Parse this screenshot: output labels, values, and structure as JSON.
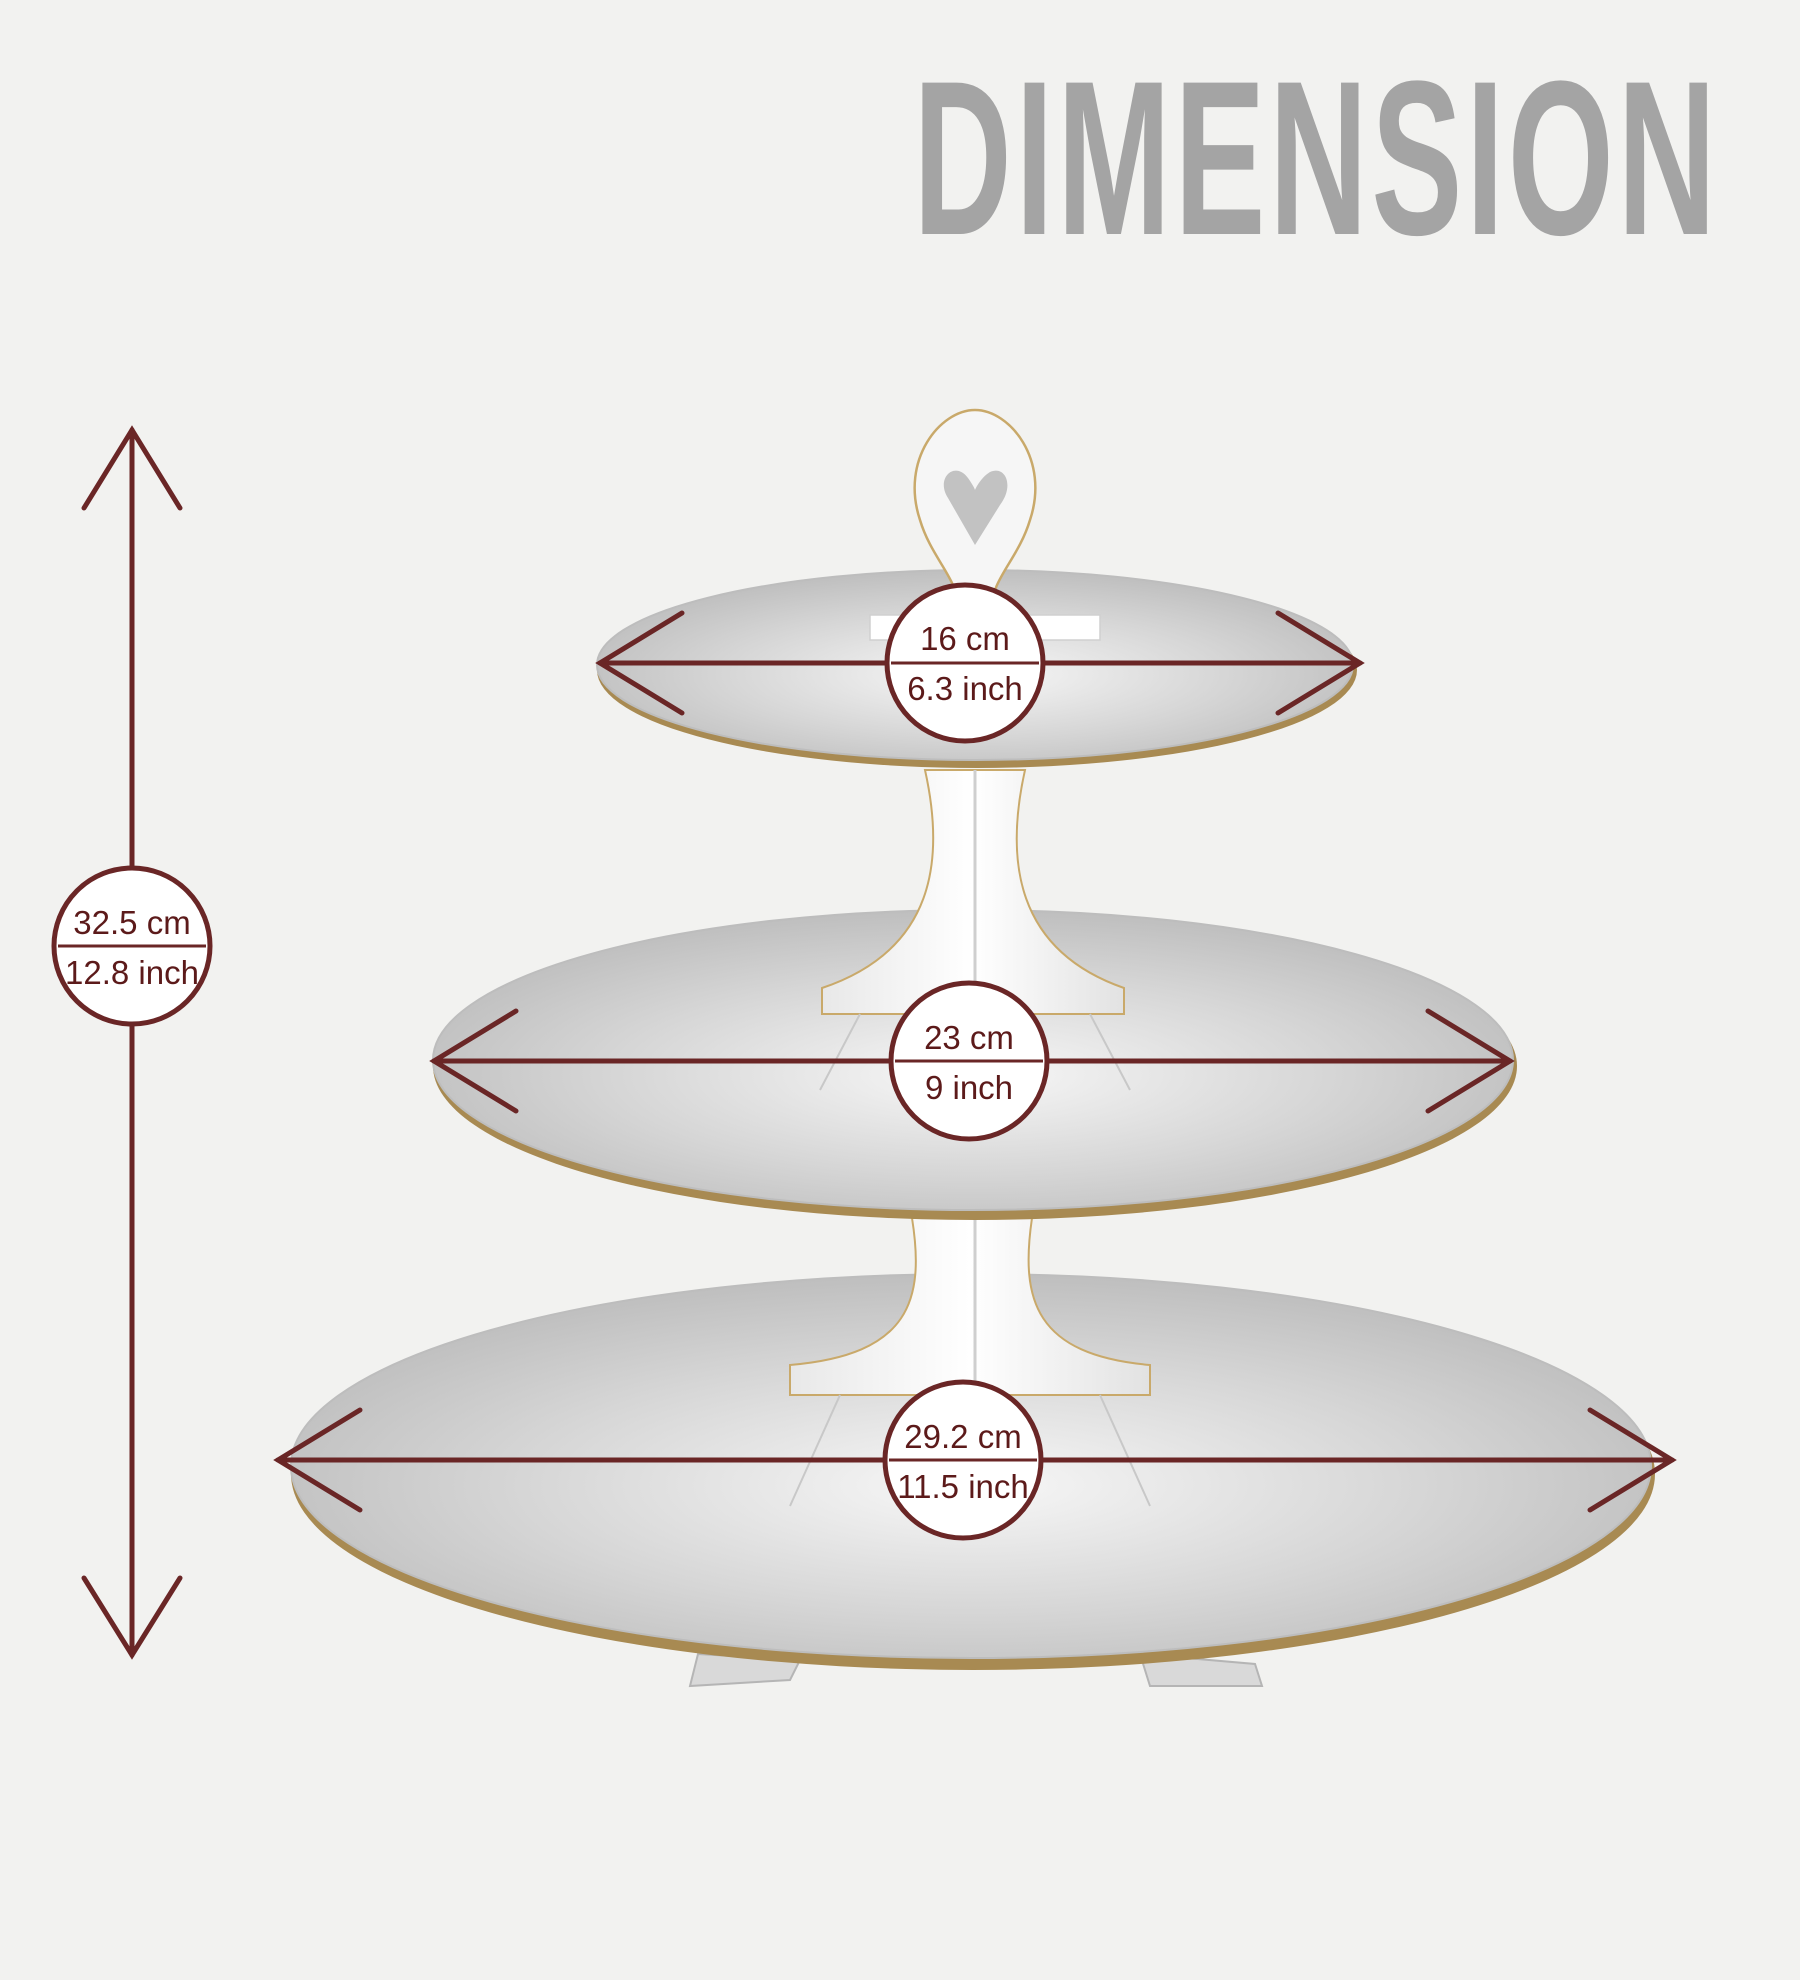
{
  "title": "DIMENSION",
  "colors": {
    "dimension_line": "#6a2626",
    "label_text": "#5c1a1a",
    "title": "#a4a4a4",
    "background": "#f2f2f0",
    "plate_edge": "#c8a86a"
  },
  "dimensions": {
    "height": {
      "cm": "32.5 cm",
      "inch": "12.8 inch"
    },
    "top_tier": {
      "cm": "16 cm",
      "inch": "6.3 inch"
    },
    "middle_tier": {
      "cm": "23 cm",
      "inch": "9 inch"
    },
    "bottom_tier": {
      "cm": "29.2 cm",
      "inch": "11.5 inch"
    }
  }
}
